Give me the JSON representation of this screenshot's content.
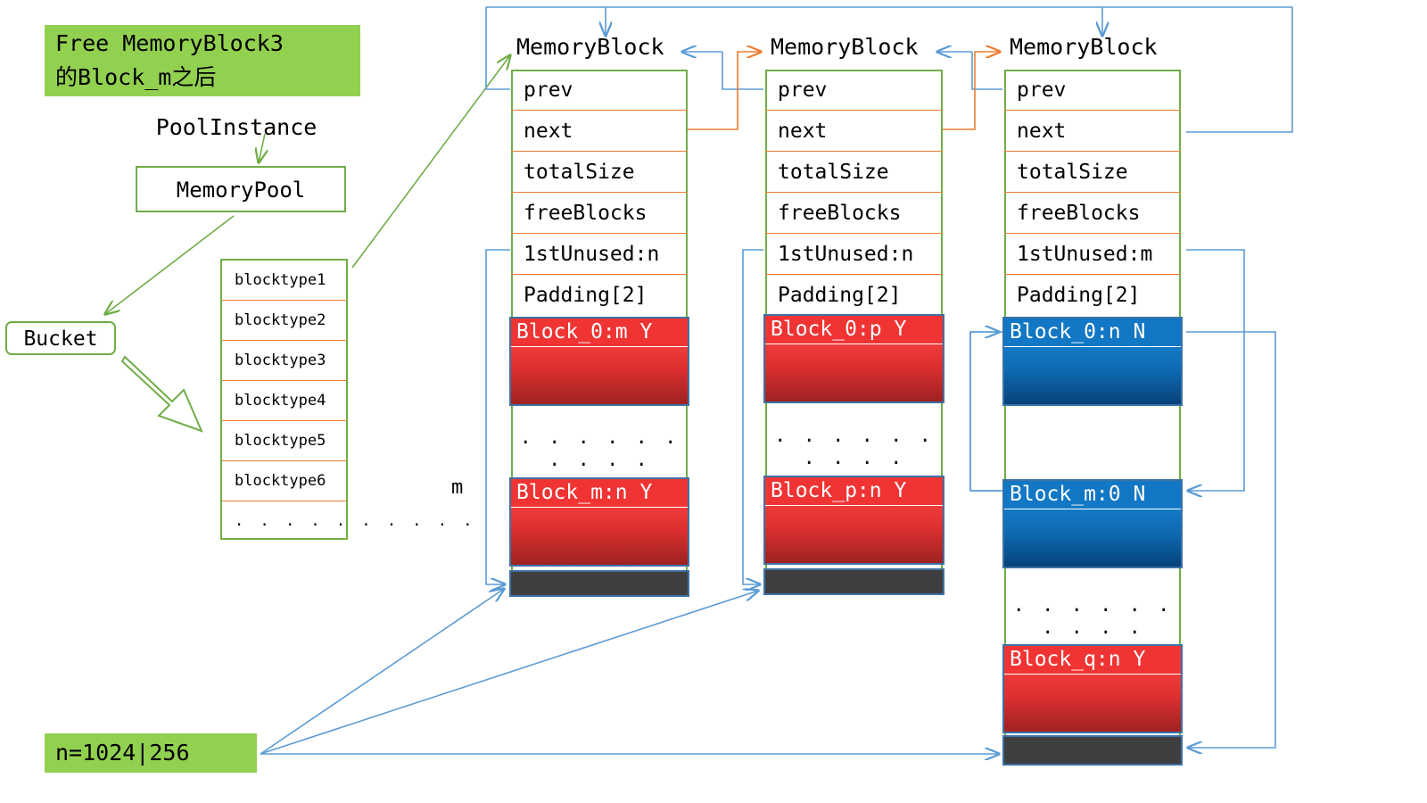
{
  "banner": {
    "line1": "Free MemoryBlock3",
    "line2": "的Block_m之后",
    "bg": "#92d050"
  },
  "left_panel": {
    "pool_instance_label": "PoolInstance",
    "memorypool_label": "MemoryPool",
    "bucket_label": "Bucket",
    "blocktypes": [
      "blocktype1",
      "blocktype2",
      "blocktype3",
      "blocktype4",
      "blocktype5",
      "blocktype6",
      ". . . . . . . . . ."
    ]
  },
  "footer": {
    "n_label": "n=1024|256",
    "m_label": "m"
  },
  "colors": {
    "green_border": "#70ad47",
    "orange_divider": "#ed7d31",
    "blue_wire": "#5b9bd5",
    "orange_wire": "#ed7d31",
    "green_wire": "#70ad47",
    "red_block": "#f03434",
    "blue_block": "#1277c4",
    "gray_block": "#3f3f3f",
    "banner_green": "#92d050"
  },
  "columns": [
    {
      "title": "MemoryBlock",
      "fields": [
        "prev",
        "next",
        "totalSize",
        "freeBlocks",
        "1stUnused:n",
        "Padding[2]"
      ],
      "blocks": [
        {
          "label": "Block_0:m Y",
          "kind": "red"
        },
        {
          "label": ". . . . . . . . . .",
          "kind": "ellipsis"
        },
        {
          "label": "Block_m:n Y",
          "kind": "red"
        },
        {
          "label": "",
          "kind": "gray"
        }
      ]
    },
    {
      "title": "MemoryBlock",
      "fields": [
        "prev",
        "next",
        "totalSize",
        "freeBlocks",
        "1stUnused:n",
        "Padding[2]"
      ],
      "blocks": [
        {
          "label": "Block_0:p Y",
          "kind": "red"
        },
        {
          "label": ". . . . . . . . . .",
          "kind": "ellipsis"
        },
        {
          "label": "Block_p:n Y",
          "kind": "red"
        },
        {
          "label": "",
          "kind": "gray"
        }
      ]
    },
    {
      "title": "MemoryBlock",
      "fields": [
        "prev",
        "next",
        "totalSize",
        "freeBlocks",
        "1stUnused:m",
        "Padding[2]"
      ],
      "blocks": [
        {
          "label": "Block_0:n N",
          "kind": "blue"
        },
        {
          "label": "",
          "kind": "spacer"
        },
        {
          "label": "Block_m:0 N",
          "kind": "blue"
        },
        {
          "label": ". . . . . . . . . .",
          "kind": "ellipsis"
        },
        {
          "label": "Block_q:n Y",
          "kind": "red"
        },
        {
          "label": "",
          "kind": "gray"
        }
      ]
    }
  ]
}
